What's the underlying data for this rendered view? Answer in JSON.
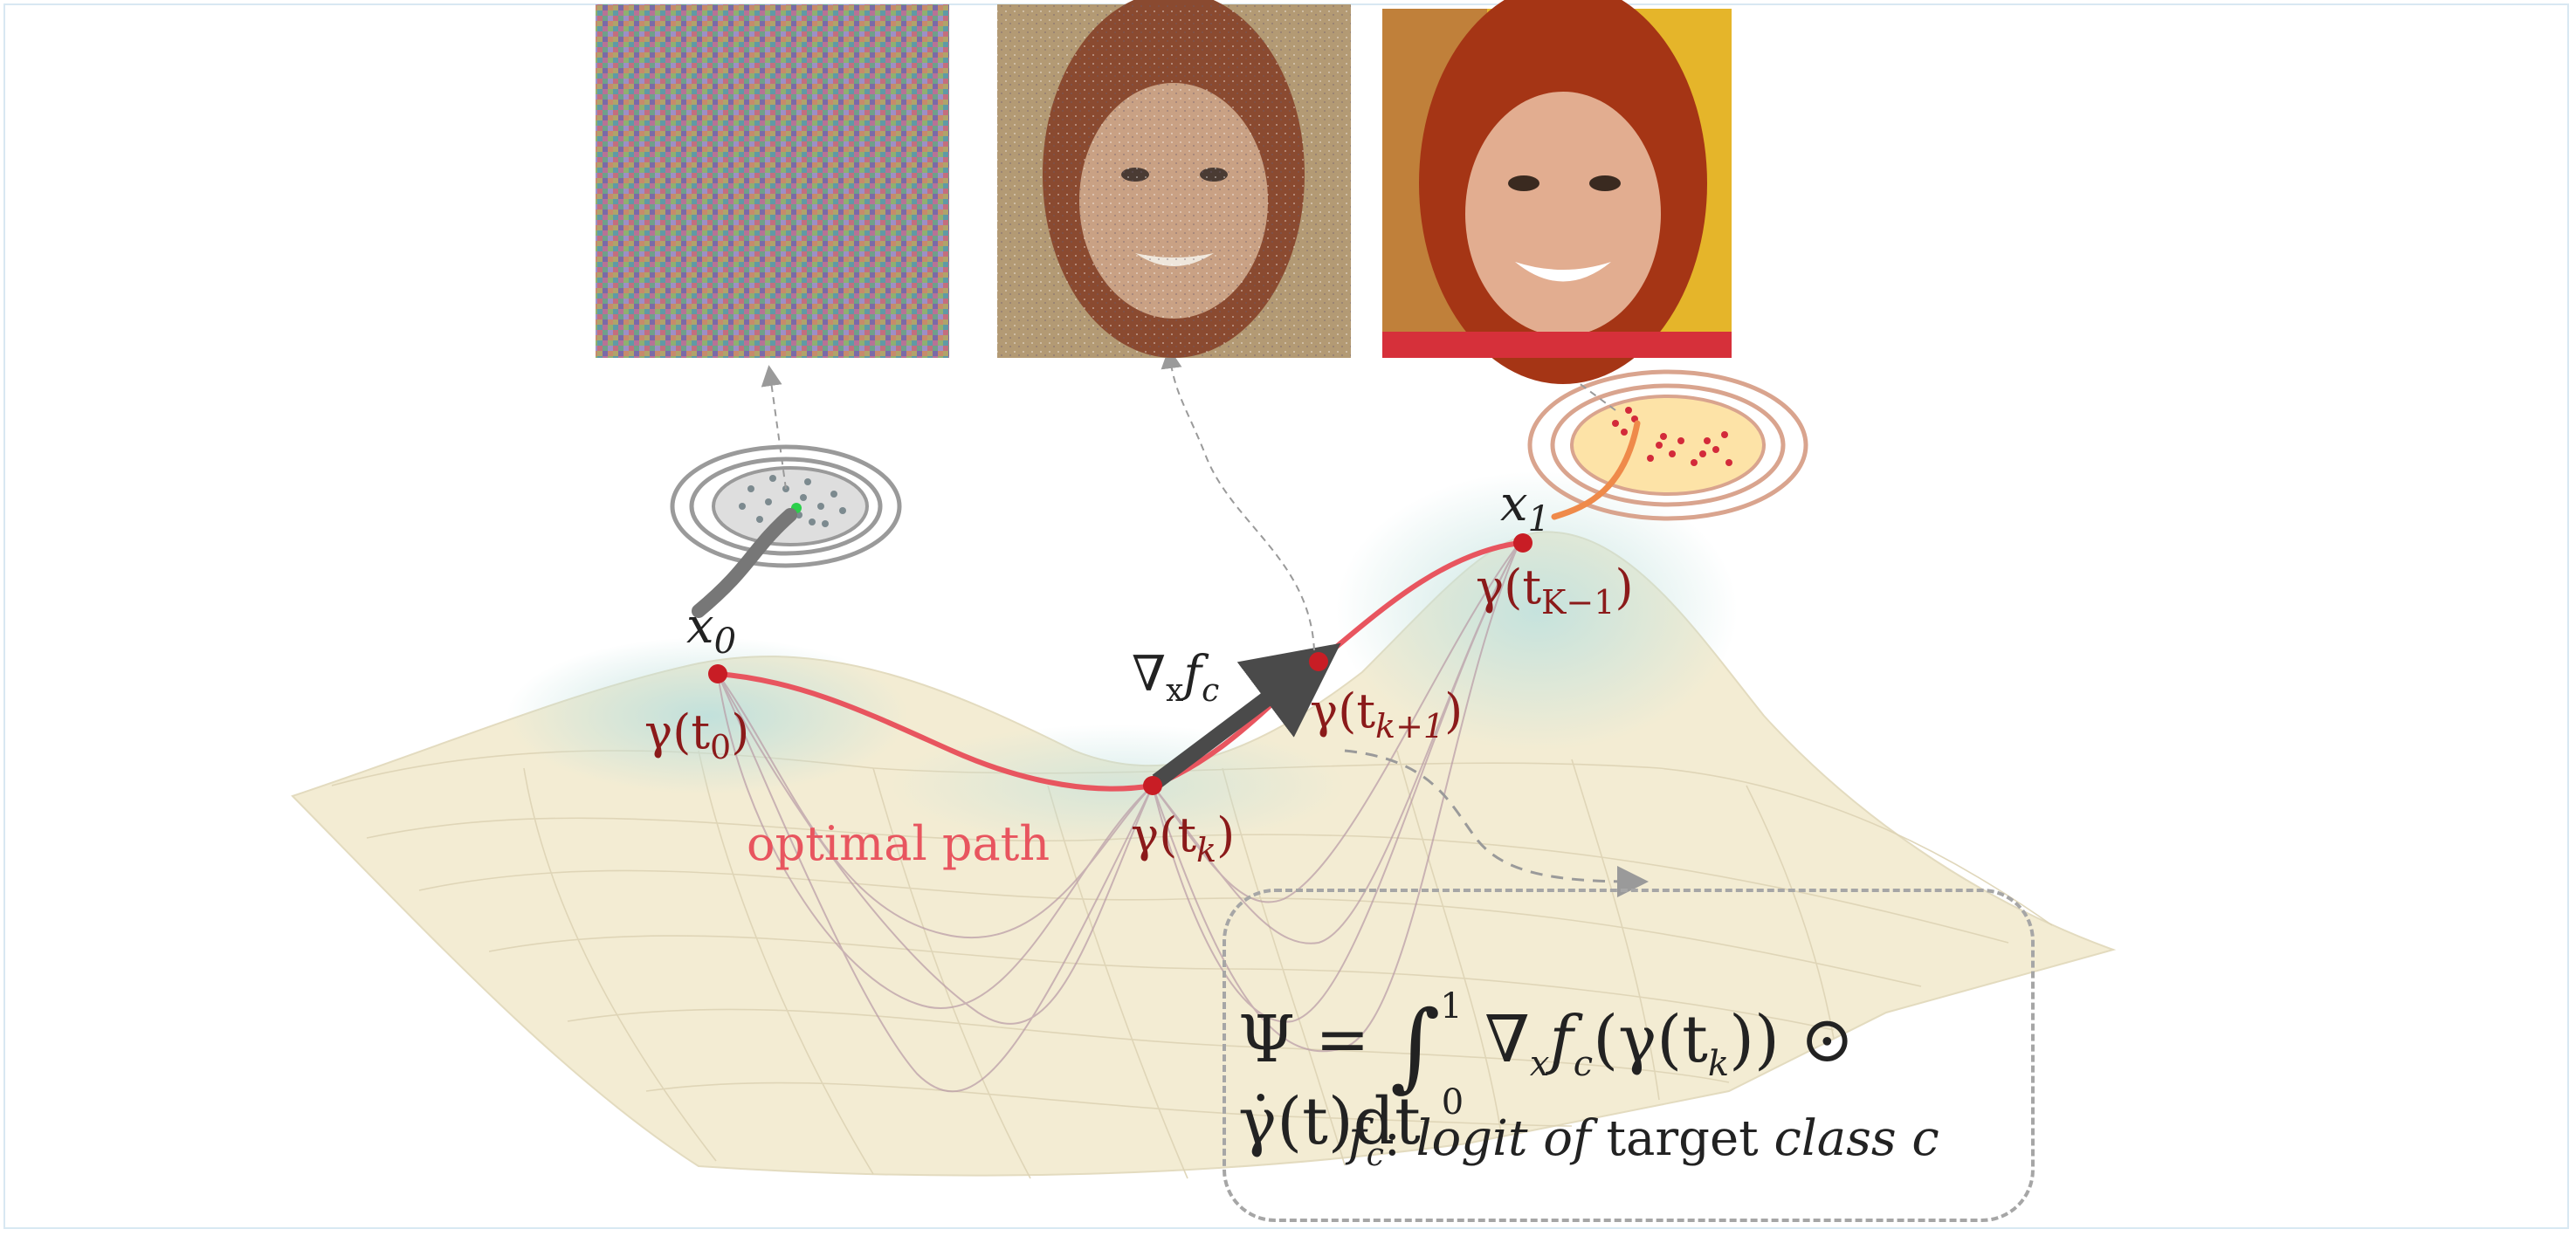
{
  "labels": {
    "x0": "x",
    "x0_sub": "0",
    "x1": "x",
    "x1_sub": "1",
    "gamma_t0": "γ(t",
    "gamma_t0_sub": "0",
    "gamma_tk": "γ(t",
    "gamma_tk_sub": "k",
    "gamma_tk1": "γ(t",
    "gamma_tk1_sub": "k+1",
    "gamma_tK1": "γ(t",
    "gamma_tK1_sub": "K−1",
    "close_paren": ")",
    "grad": "∇",
    "grad_sub": "x",
    "grad_f": "f",
    "grad_f_sub": "c",
    "optimal_path": "optimal path"
  },
  "formula": {
    "psi": "Ψ = ",
    "integral": "∫",
    "upper": "1",
    "lower": "0",
    "body": "∇",
    "body_sub_x": "x",
    "body_f": "f",
    "body_sub_c": "c",
    "body_rest": "(γ(t",
    "body_sub_k": "k",
    "body_end": ")) ⊙ γ̇(t)dt",
    "note_f": "f",
    "note_sub": "c",
    "note_colon": ": ",
    "note_logit": "logit of",
    "note_target": " target ",
    "note_class": "class c"
  },
  "colors": {
    "path": "#e8555f",
    "point": "#c81d25",
    "dark_label": "#8b1a1a",
    "surface": "#f3ecd3",
    "surface_peak": "#bfe0dc",
    "arrow": "#555555"
  },
  "images": [
    {
      "kind": "noise-image"
    },
    {
      "kind": "noisy-face-image"
    },
    {
      "kind": "clean-face-image"
    }
  ]
}
